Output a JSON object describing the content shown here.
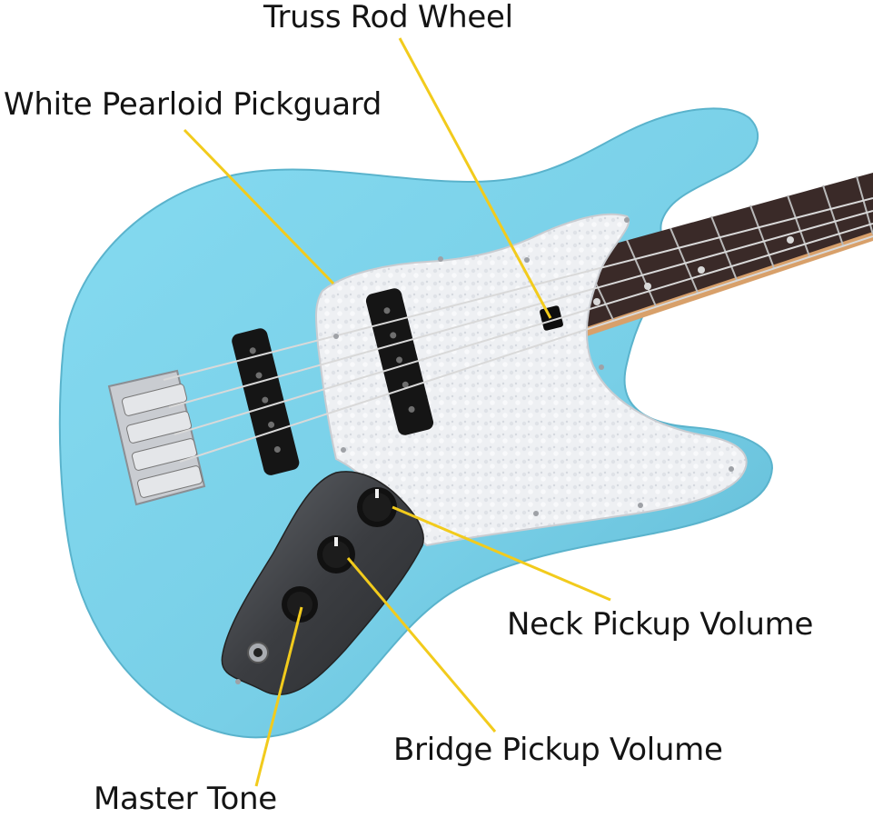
{
  "labels": {
    "truss_rod_wheel": "Truss Rod Wheel",
    "pickguard": "White Pearloid Pickguard",
    "neck_pickup_volume": "Neck Pickup Volume",
    "bridge_pickup_volume": "Bridge Pickup Volume",
    "master_tone": "Master Tone"
  },
  "colors": {
    "body": "#7dd3ea",
    "pickguard": "#f1f2f4",
    "control_plate": "#3d3f43",
    "fretboard": "#3a2a28",
    "leader_line": "#f2cb1c",
    "text": "#141414"
  }
}
